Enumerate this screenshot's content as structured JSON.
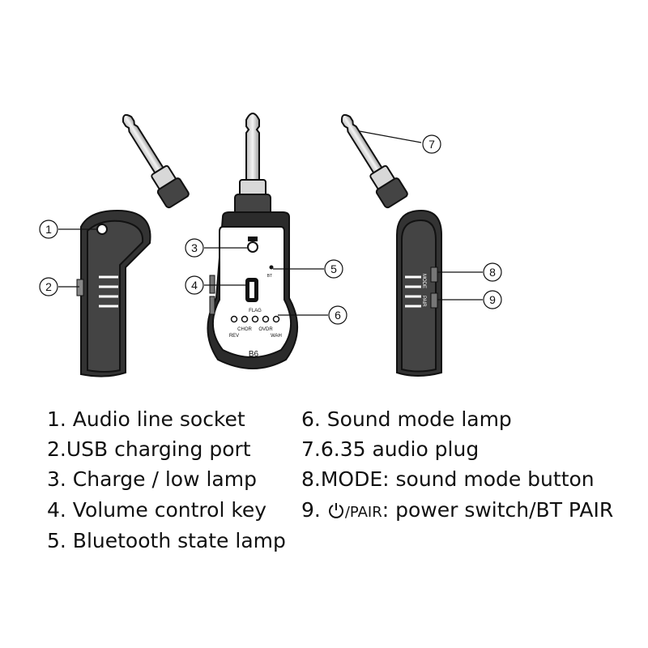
{
  "callouts": {
    "c1": "1",
    "c2": "2",
    "c3": "3",
    "c4": "4",
    "c5": "5",
    "c6": "6",
    "c7": "7",
    "c8": "8",
    "c9": "9"
  },
  "device_labels": {
    "model": "B6",
    "bt": "BT",
    "flag": "FLAG",
    "chor": "CHOR",
    "ovdr": "OVDR",
    "rev": "REV",
    "wah": "WAH",
    "mode": "MODE",
    "pair": "PAIR"
  },
  "legend": {
    "item1": "1. Audio line socket",
    "item2": "2.USB charging port",
    "item3": "3. Charge / low lamp",
    "item4": "4. Volume control key",
    "item5": "5. Bluetooth state lamp",
    "item6": "6. Sound mode lamp",
    "item7": "7.6.35 audio plug",
    "item8": "8.MODE: sound mode button",
    "item9_prefix": "9.",
    "item9_pair": "PAIR",
    "item9_suffix": ": power switch/BT PAIR"
  },
  "icons": {
    "power": "power-icon"
  }
}
